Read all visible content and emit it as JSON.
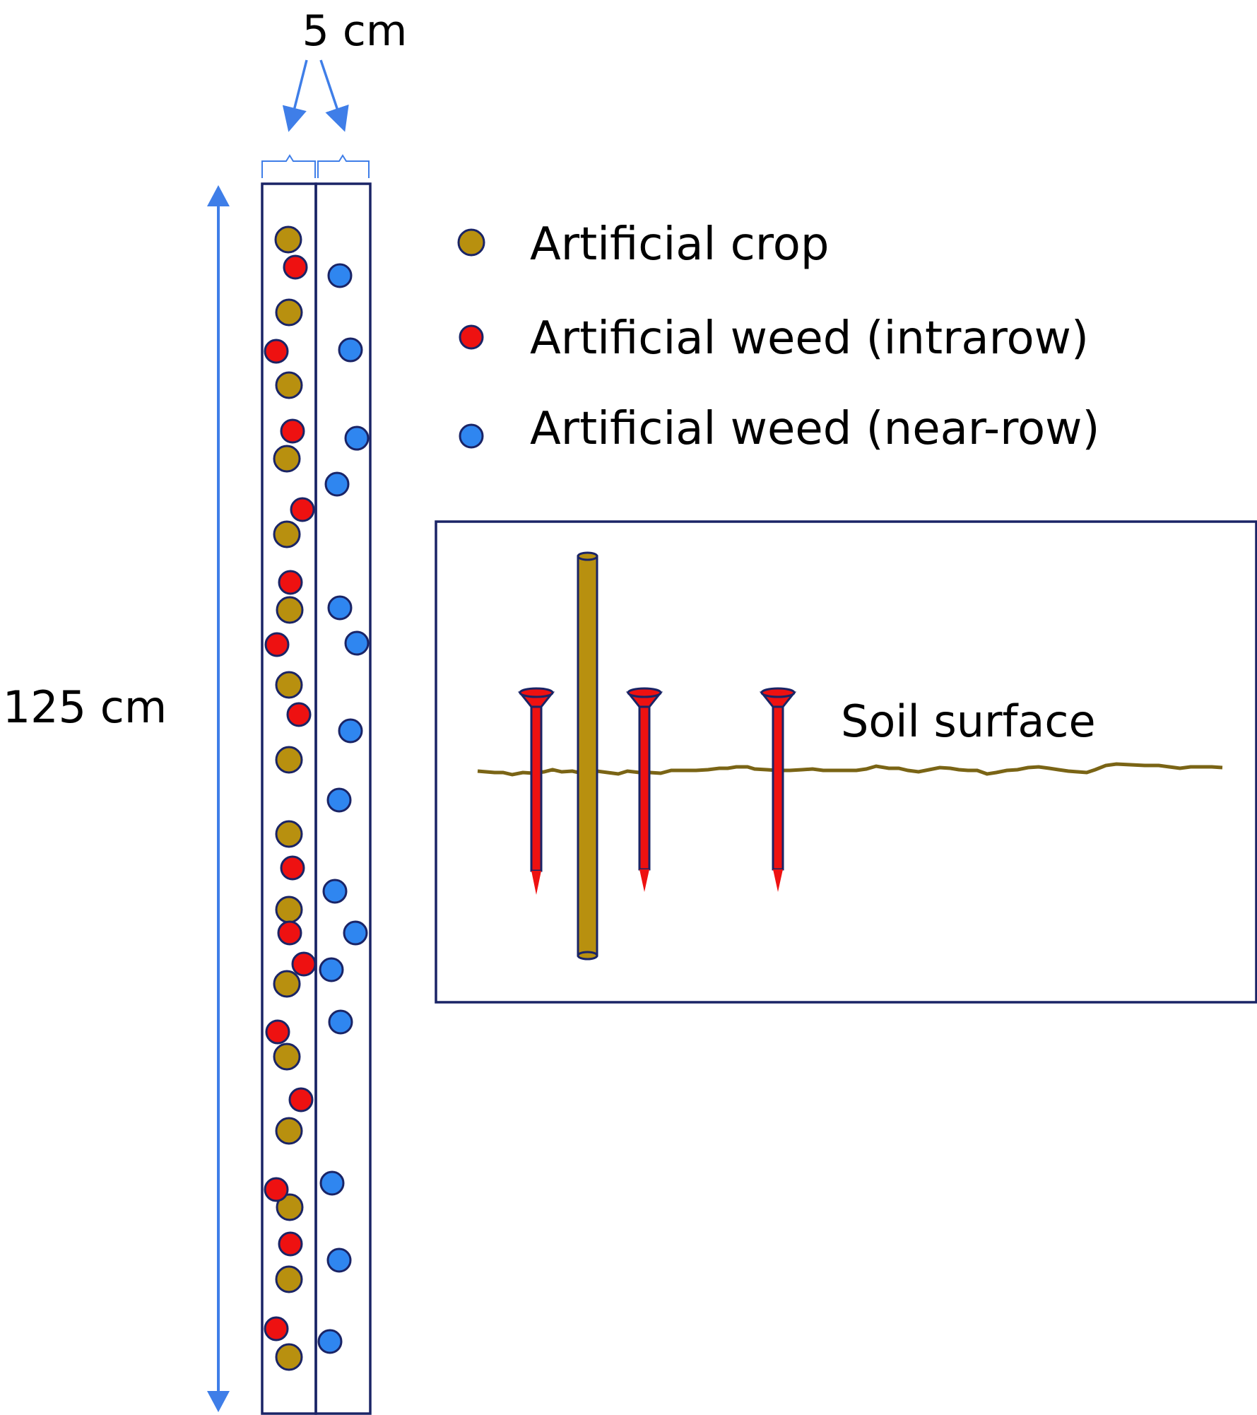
{
  "dimensions": {
    "width_label": "5 cm",
    "length_label": "125 cm"
  },
  "legend": {
    "items": [
      {
        "key": "crop",
        "label": "Artificial crop",
        "color": "#b8900f"
      },
      {
        "key": "intrarow",
        "label": "Artificial weed (intrarow)",
        "color": "#ee1111"
      },
      {
        "key": "nearrow",
        "label": "Artificial weed (near-row)",
        "color": "#2f86f0"
      }
    ]
  },
  "inset": {
    "soil_label": "Soil surface"
  },
  "colors": {
    "outline": "#1a2466",
    "crop": "#b8900f",
    "intrarow": "#ee1111",
    "nearrow": "#2f86f0",
    "arrow": "#3f7ee8",
    "soil": "#7a6415"
  }
}
